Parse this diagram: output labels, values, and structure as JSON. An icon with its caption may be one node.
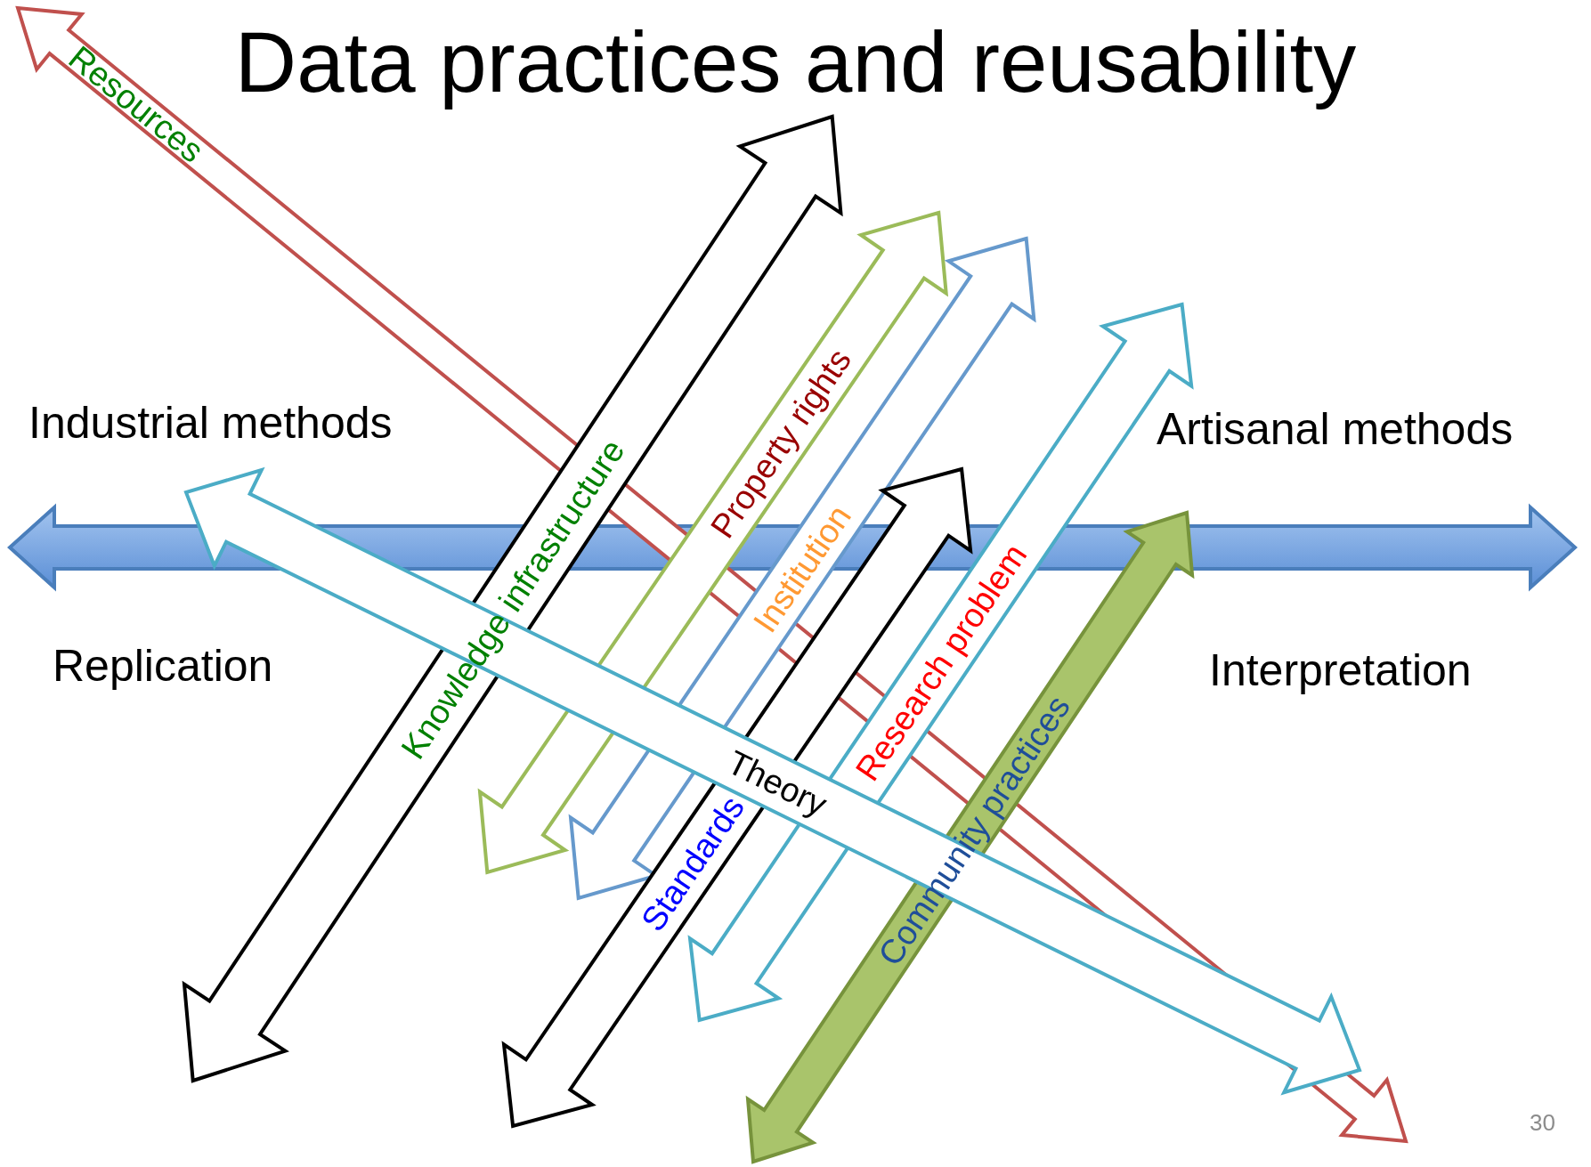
{
  "diagram": {
    "title": "Data practices and reusability",
    "nodes": [
      {
        "text": [
          "Resources"
        ]
      },
      {
        "text": [
          "Knowledge infrastructure"
        ]
      },
      {
        "text": [
          "Property rights"
        ]
      },
      {
        "text": [
          "Institution"
        ]
      },
      {
        "text": [
          "Research problem"
        ]
      },
      {
        "text": [
          "Standards"
        ]
      },
      {
        "text": [
          "Community practices"
        ]
      },
      {
        "text": [],
        "shape": "arrow"
      },
      {
        "text": [
          "Theory"
        ]
      }
    ],
    "labels": [
      "Industrial methods",
      "Artisanal methods",
      "Replication",
      "Interpretation",
      "30"
    ]
  }
}
